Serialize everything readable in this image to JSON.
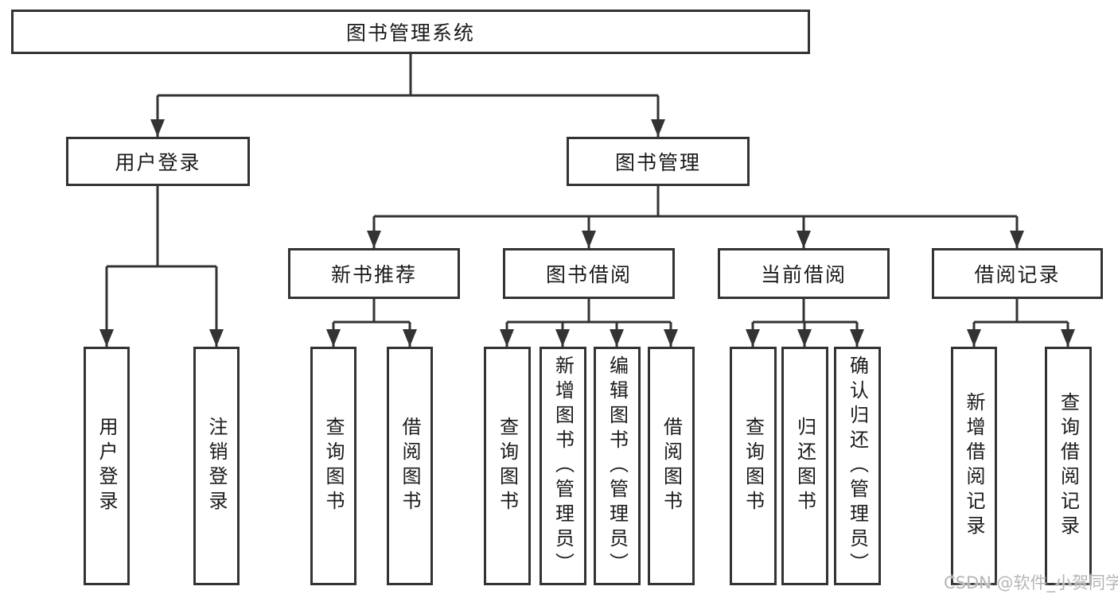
{
  "diagram_type": "hierarchy-tree",
  "colors": {
    "line": "#333333",
    "box_border": "#333333",
    "text": "#1a1a1a",
    "watermark_text": "#b6b6b6",
    "background": "#ffffff"
  },
  "tree": {
    "label": "图书管理系统",
    "children": [
      {
        "label": "用户登录",
        "children": [
          {
            "label": "用户登录"
          },
          {
            "label": "注销登录"
          }
        ]
      },
      {
        "label": "图书管理",
        "children": [
          {
            "label": "新书推荐",
            "children": [
              {
                "label": "查询图书"
              },
              {
                "label": "借阅图书"
              }
            ]
          },
          {
            "label": "图书借阅",
            "children": [
              {
                "label": "查询图书"
              },
              {
                "label": "新增图书（管理员）"
              },
              {
                "label": "编辑图书（管理员）"
              },
              {
                "label": "借阅图书"
              }
            ]
          },
          {
            "label": "当前借阅",
            "children": [
              {
                "label": "查询图书"
              },
              {
                "label": "归还图书"
              },
              {
                "label": "确认归还（管理员）"
              }
            ]
          },
          {
            "label": "借阅记录",
            "children": [
              {
                "label": "新增借阅记录"
              },
              {
                "label": "查询借阅记录"
              }
            ]
          }
        ]
      }
    ]
  },
  "watermark": {
    "text": "CSDN @软件_小贺同学"
  }
}
